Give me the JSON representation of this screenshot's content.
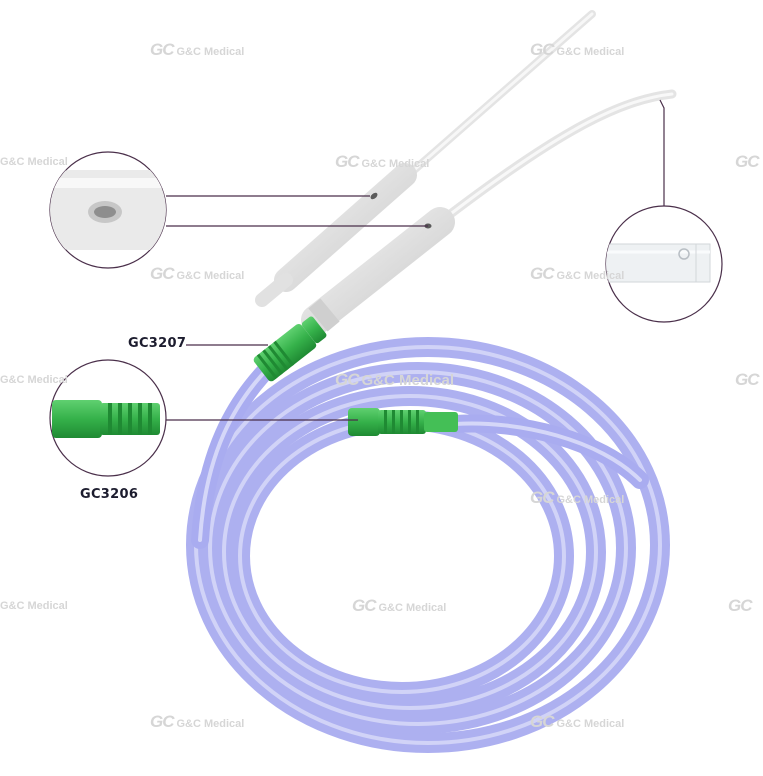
{
  "labels": {
    "model_a": "GC3207",
    "model_b": "GC3206"
  },
  "watermark": {
    "mark": "GC",
    "text": "G&C Medical"
  },
  "colors": {
    "tubing": "#a9acf0",
    "tubing_dark": "#8c8fe6",
    "connector_green": "#35b14a",
    "connector_dark": "#1f8a33",
    "callout_line": "#4a2f4a",
    "tip_clear": "#e9ecef"
  }
}
